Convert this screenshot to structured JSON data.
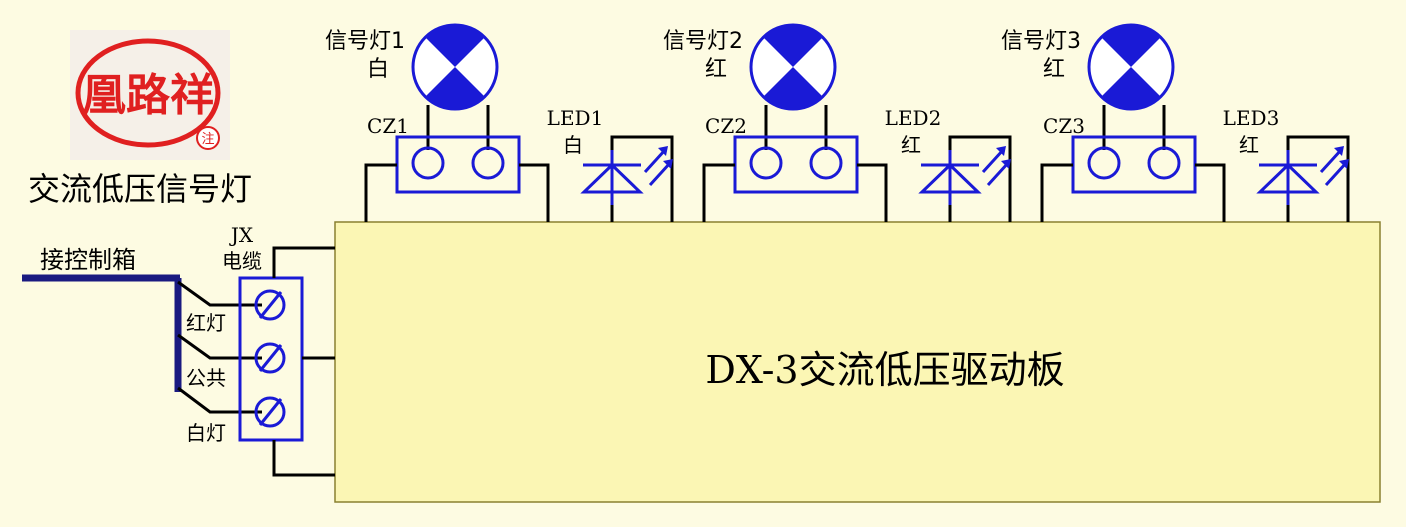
{
  "logo": {
    "text": "凰路祥",
    "mark": "注",
    "color": "#e02020"
  },
  "title": "交流低压信号灯",
  "connect_box": "接控制箱",
  "jx_label_1": "JX",
  "jx_label_2": "电缆",
  "wires": {
    "red": "红灯",
    "common": "公共",
    "white": "白灯"
  },
  "board_label": "DX-3交流低压驱动板",
  "signals": [
    {
      "name": "信号灯1",
      "color_text": "白",
      "socket": "CZ1",
      "led": "LED1",
      "led_color": "白"
    },
    {
      "name": "信号灯2",
      "color_text": "红",
      "socket": "CZ2",
      "led": "LED2",
      "led_color": "红"
    },
    {
      "name": "信号灯3",
      "color_text": "红",
      "socket": "CZ3",
      "led": "LED3",
      "led_color": "红"
    }
  ],
  "colors": {
    "blue": "#1a1ad6",
    "board_fill": "#fbf6b4",
    "background": "#fdfbe2"
  }
}
